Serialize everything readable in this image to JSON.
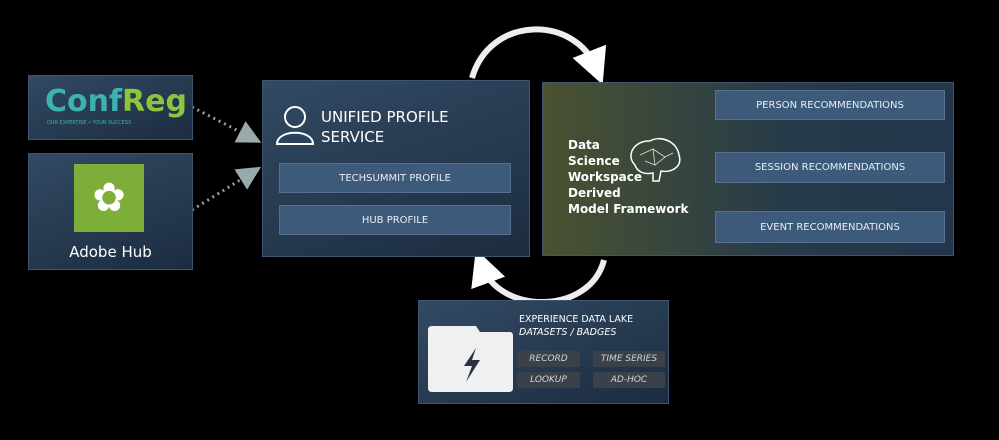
{
  "sources": {
    "confreg": {
      "logo_conf": "Conf",
      "logo_reg": "Reg",
      "tagline": "OUR EXPERTISE • YOUR SUCCESS"
    },
    "adobe_hub": {
      "label": "Adobe Hub"
    }
  },
  "profile_service": {
    "title_line1": "UNIFIED PROFILE",
    "title_line2": "SERVICE",
    "items": [
      "TECHSUMMIT PROFILE",
      "HUB PROFILE"
    ]
  },
  "data_science": {
    "title_lines": [
      "Data",
      "Science",
      "Workspace",
      "Derived",
      "Model Framework"
    ],
    "recommendations": [
      "PERSON RECOMMENDATIONS",
      "SESSION RECOMMENDATIONS",
      "EVENT RECOMMENDATIONS"
    ]
  },
  "data_lake": {
    "title": "EXPERIENCE DATA LAKE",
    "subtitle": "DATASETS / BADGES",
    "types": [
      "RECORD",
      "TIME SERIES",
      "LOOKUP",
      "AD-HOC"
    ]
  },
  "colors": {
    "conf": "#3bb3b0",
    "reg": "#8cc63f",
    "hub_green": "#7dae3a"
  }
}
